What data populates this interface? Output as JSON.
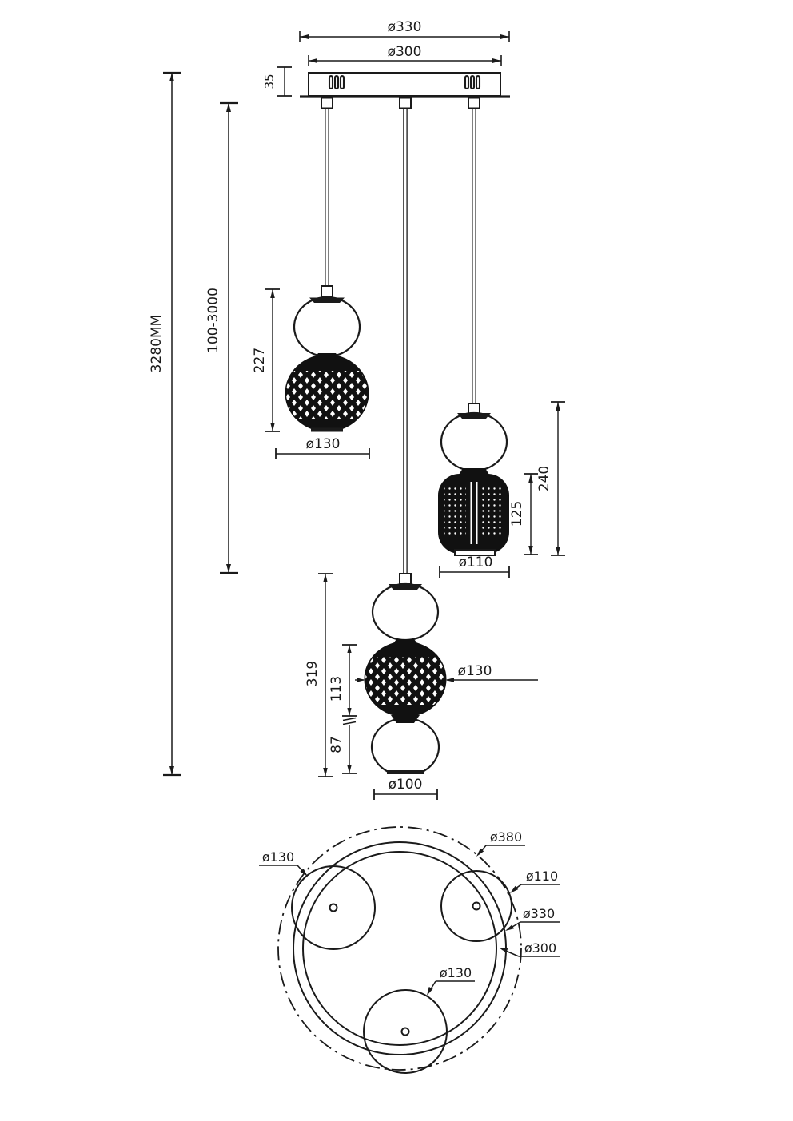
{
  "page": {
    "background": "#ffffff",
    "line_color": "#1a1a1a",
    "title": "pendant-light-technical-drawing"
  },
  "front_view": {
    "canopy": {
      "dim_outer_diameter": "ø330",
      "dim_inner_diameter": "ø300",
      "dim_plate_height": "35"
    },
    "suspension": {
      "dim_overall_height": "3280MM",
      "dim_cord_adjustable": "100-3000"
    },
    "pendant_left": {
      "dim_body_height": "227",
      "dim_globe_diameter": "ø130"
    },
    "pendant_right": {
      "dim_body_height": "240",
      "dim_shade_height": "125",
      "dim_shade_diameter": "ø110"
    },
    "pendant_center": {
      "dim_body_height": "319",
      "dim_middle_globe_height": "113",
      "dim_bottom_globe_height": "87",
      "dim_middle_globe_diameter": "ø130",
      "dim_bottom_globe_diameter": "ø100"
    }
  },
  "top_view": {
    "dim_outer_ring": "ø380",
    "dim_canopy_outer": "ø330",
    "dim_canopy_inner": "ø300",
    "dim_globe_left": "ø130",
    "dim_globe_right": "ø110",
    "dim_globe_bottom": "ø130"
  }
}
